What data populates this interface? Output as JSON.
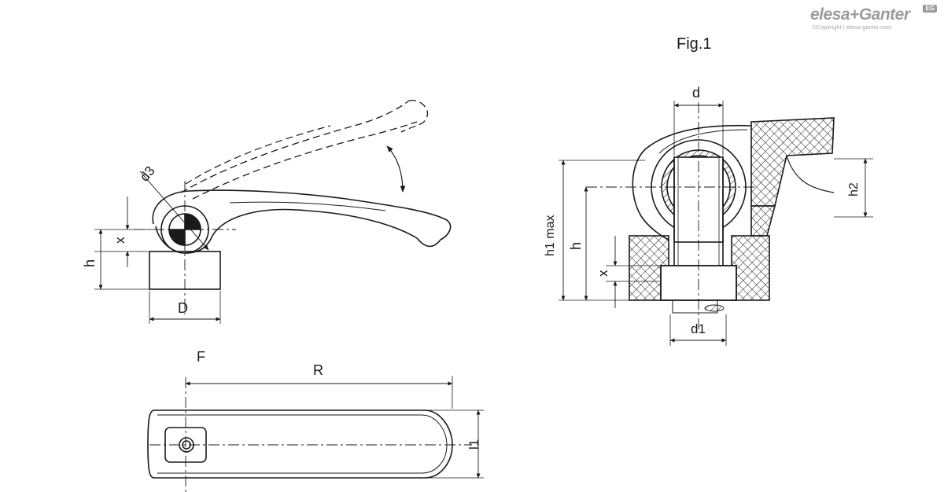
{
  "brand": {
    "logo_text": "elesa+Ganter",
    "copyright": "©Copyright | elesa-ganter.com",
    "badge": "EG"
  },
  "figure": {
    "label": "Fig.1"
  },
  "dimensions": {
    "d3": "d3",
    "x_left": "x",
    "h_left": "h",
    "D": "D",
    "F": "F",
    "R": "R",
    "l1": "l1",
    "d": "d",
    "h2": "h2",
    "h1max": "h1 max",
    "h_right": "h",
    "x_right": "x",
    "d1": "d1"
  },
  "colors": {
    "line": "#1a1a1a",
    "logo": "#9c9c9c"
  }
}
